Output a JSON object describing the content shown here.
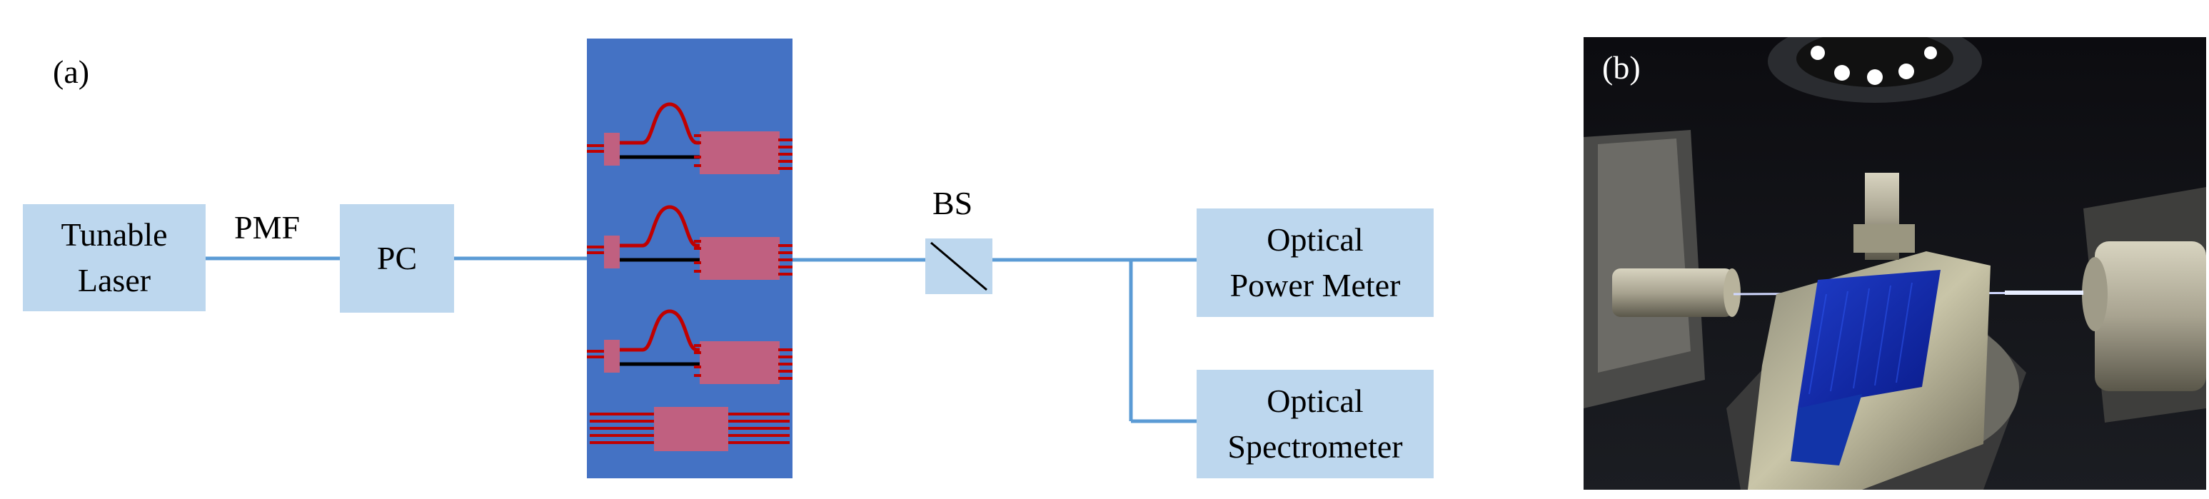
{
  "panel_a": {
    "label": "(a)",
    "tunable_laser": {
      "line1": "Tunable",
      "line2": "Laser"
    },
    "pmf": "PMF",
    "pc": "PC",
    "bs": "BS",
    "power_meter": {
      "line1": "Optical",
      "line2": "Power Meter"
    },
    "spectrometer": {
      "line1": "Optical",
      "line2": "Spectrometer"
    }
  },
  "panel_b": {
    "label": "(b)"
  },
  "colors": {
    "box_fill": "#bdd7ee",
    "fiber_line": "#5b9bd5",
    "chip_blue": "#4472c4",
    "waveguide_red": "#c00000",
    "coupler_pink": "#c06080"
  }
}
